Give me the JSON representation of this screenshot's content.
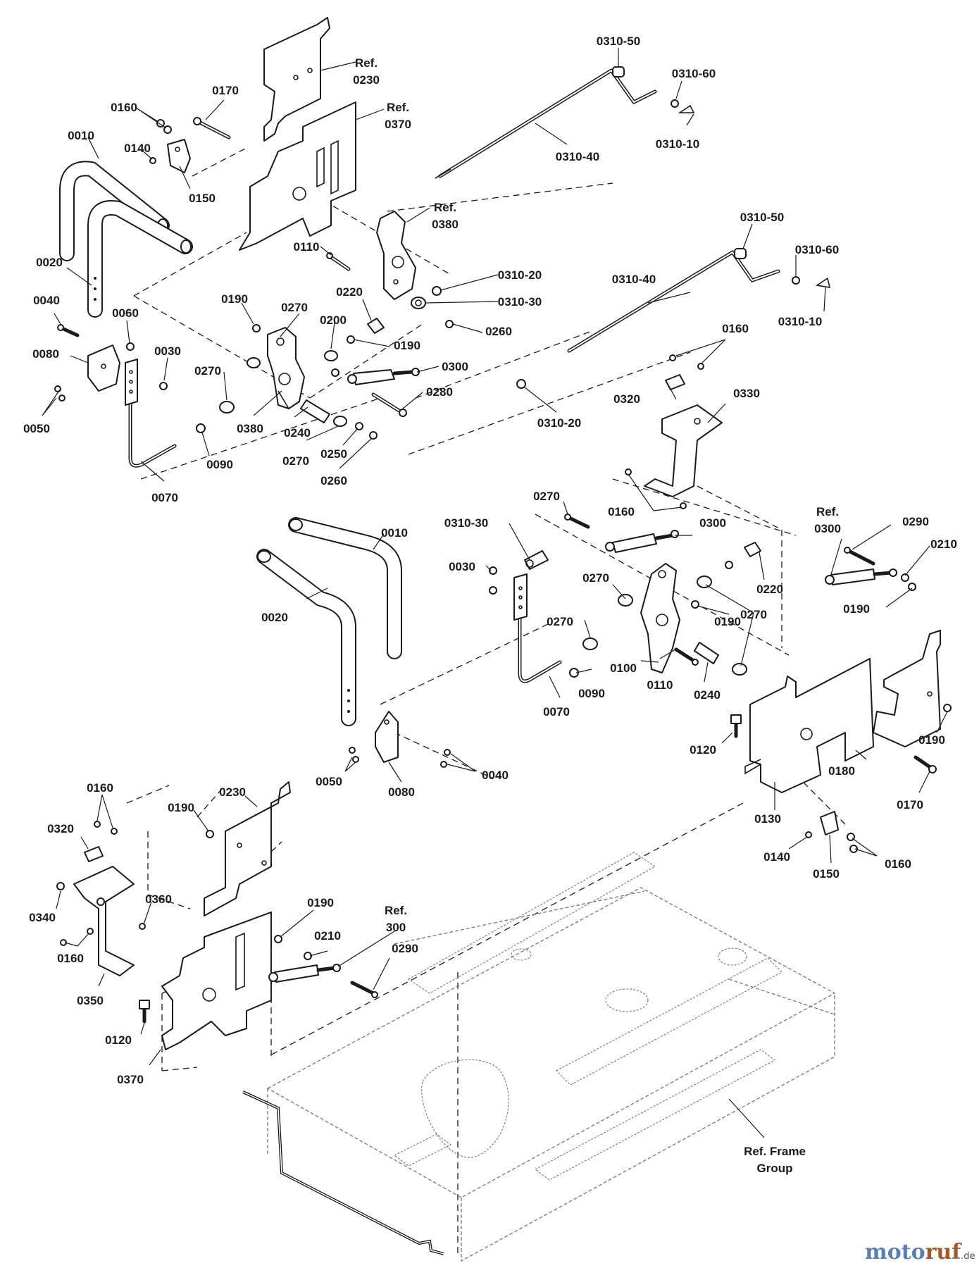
{
  "callouts": [
    {
      "id": "l-0310-50-a",
      "lines": [
        "0310-50"
      ]
    },
    {
      "id": "l-0310-60-a",
      "lines": [
        "0310-60"
      ]
    },
    {
      "id": "l-0310-10-a",
      "lines": [
        "0310-10"
      ]
    },
    {
      "id": "l-0310-40-a",
      "lines": [
        "0310-40"
      ]
    },
    {
      "id": "l-ref-0230",
      "lines": [
        "Ref.",
        "0230"
      ]
    },
    {
      "id": "l-ref-0370",
      "lines": [
        "Ref.",
        "0370"
      ]
    },
    {
      "id": "l-0170-a",
      "lines": [
        "0170"
      ]
    },
    {
      "id": "l-0160-a",
      "lines": [
        "0160"
      ]
    },
    {
      "id": "l-0140-a",
      "lines": [
        "0140"
      ]
    },
    {
      "id": "l-0150-a",
      "lines": [
        "0150"
      ]
    },
    {
      "id": "l-0010-a",
      "lines": [
        "0010"
      ]
    },
    {
      "id": "l-0020-a",
      "lines": [
        "0020"
      ]
    },
    {
      "id": "l-ref-0380",
      "lines": [
        "Ref.",
        "0380"
      ]
    },
    {
      "id": "l-0110-a",
      "lines": [
        "0110"
      ]
    },
    {
      "id": "l-0310-20-a",
      "lines": [
        "0310-20"
      ]
    },
    {
      "id": "l-0310-30-a",
      "lines": [
        "0310-30"
      ]
    },
    {
      "id": "l-0220-a",
      "lines": [
        "0220"
      ]
    },
    {
      "id": "l-0260-a",
      "lines": [
        "0260"
      ]
    },
    {
      "id": "l-0190-a",
      "lines": [
        "0190"
      ]
    },
    {
      "id": "l-0270-a",
      "lines": [
        "0270"
      ]
    },
    {
      "id": "l-0200",
      "lines": [
        "0200"
      ]
    },
    {
      "id": "l-0190-b",
      "lines": [
        "0190"
      ]
    },
    {
      "id": "l-0300-a",
      "lines": [
        "0300"
      ]
    },
    {
      "id": "l-0280",
      "lines": [
        "0280"
      ]
    },
    {
      "id": "l-0040-a",
      "lines": [
        "0040"
      ]
    },
    {
      "id": "l-0060",
      "lines": [
        "0060"
      ]
    },
    {
      "id": "l-0080-a",
      "lines": [
        "0080"
      ]
    },
    {
      "id": "l-0030-a",
      "lines": [
        "0030"
      ]
    },
    {
      "id": "l-0050-a",
      "lines": [
        "0050"
      ]
    },
    {
      "id": "l-0270-b",
      "lines": [
        "0270"
      ]
    },
    {
      "id": "l-0380",
      "lines": [
        "0380"
      ]
    },
    {
      "id": "l-0240-a",
      "lines": [
        "0240"
      ]
    },
    {
      "id": "l-0270-c",
      "lines": [
        "0270"
      ]
    },
    {
      "id": "l-0250",
      "lines": [
        "0250"
      ]
    },
    {
      "id": "l-0260-b",
      "lines": [
        "0260"
      ]
    },
    {
      "id": "l-0090-a",
      "lines": [
        "0090"
      ]
    },
    {
      "id": "l-0070-a",
      "lines": [
        "0070"
      ]
    },
    {
      "id": "l-0310-50-b",
      "lines": [
        "0310-50"
      ]
    },
    {
      "id": "l-0310-60-b",
      "lines": [
        "0310-60"
      ]
    },
    {
      "id": "l-0310-40-b",
      "lines": [
        "0310-40"
      ]
    },
    {
      "id": "l-0310-10-b",
      "lines": [
        "0310-10"
      ]
    },
    {
      "id": "l-0160-b",
      "lines": [
        "0160"
      ]
    },
    {
      "id": "l-0320-a",
      "lines": [
        "0320"
      ]
    },
    {
      "id": "l-0330",
      "lines": [
        "0330"
      ]
    },
    {
      "id": "l-0310-20-b",
      "lines": [
        "0310-20"
      ]
    },
    {
      "id": "l-0160-c",
      "lines": [
        "0160"
      ]
    },
    {
      "id": "l-0270-d",
      "lines": [
        "0270"
      ]
    },
    {
      "id": "l-0310-30-b",
      "lines": [
        "0310-30"
      ]
    },
    {
      "id": "l-0300-b",
      "lines": [
        "0300"
      ]
    },
    {
      "id": "l-ref-0300",
      "lines": [
        "Ref.",
        "0300"
      ]
    },
    {
      "id": "l-0290-a",
      "lines": [
        "0290"
      ]
    },
    {
      "id": "l-0210-a",
      "lines": [
        "0210"
      ]
    },
    {
      "id": "l-0190-c",
      "lines": [
        "0190"
      ]
    },
    {
      "id": "l-0010-b",
      "lines": [
        "0010"
      ]
    },
    {
      "id": "l-0020-b",
      "lines": [
        "0020"
      ]
    },
    {
      "id": "l-0030-b",
      "lines": [
        "0030"
      ]
    },
    {
      "id": "l-0270-e",
      "lines": [
        "0270"
      ]
    },
    {
      "id": "l-0220-b",
      "lines": [
        "0220"
      ]
    },
    {
      "id": "l-0190-d",
      "lines": [
        "0190"
      ]
    },
    {
      "id": "l-0270-f",
      "lines": [
        "0270"
      ]
    },
    {
      "id": "l-0270-g",
      "lines": [
        "0270"
      ]
    },
    {
      "id": "l-0090-b",
      "lines": [
        "0090"
      ]
    },
    {
      "id": "l-0100",
      "lines": [
        "0100"
      ]
    },
    {
      "id": "l-0110-b",
      "lines": [
        "0110"
      ]
    },
    {
      "id": "l-0240-b",
      "lines": [
        "0240"
      ]
    },
    {
      "id": "l-0070-b",
      "lines": [
        "0070"
      ]
    },
    {
      "id": "l-0190-e",
      "lines": [
        "0190"
      ]
    },
    {
      "id": "l-0120-a",
      "lines": [
        "0120"
      ]
    },
    {
      "id": "l-0180",
      "lines": [
        "0180"
      ]
    },
    {
      "id": "l-0170-b",
      "lines": [
        "0170"
      ]
    },
    {
      "id": "l-0130",
      "lines": [
        "0130"
      ]
    },
    {
      "id": "l-0050-b",
      "lines": [
        "0050"
      ]
    },
    {
      "id": "l-0040-b",
      "lines": [
        "0040"
      ]
    },
    {
      "id": "l-0080-b",
      "lines": [
        "0080"
      ]
    },
    {
      "id": "l-0140-b",
      "lines": [
        "0140"
      ]
    },
    {
      "id": "l-0150-b",
      "lines": [
        "0150"
      ]
    },
    {
      "id": "l-0160-d",
      "lines": [
        "0160"
      ]
    },
    {
      "id": "l-0160-e",
      "lines": [
        "0160"
      ]
    },
    {
      "id": "l-0190-f",
      "lines": [
        "0190"
      ]
    },
    {
      "id": "l-0230",
      "lines": [
        "0230"
      ]
    },
    {
      "id": "l-0320-b",
      "lines": [
        "0320"
      ]
    },
    {
      "id": "l-0360",
      "lines": [
        "0360"
      ]
    },
    {
      "id": "l-0340",
      "lines": [
        "0340"
      ]
    },
    {
      "id": "l-0160-f",
      "lines": [
        "0160"
      ]
    },
    {
      "id": "l-0350",
      "lines": [
        "0350"
      ]
    },
    {
      "id": "l-0190-g",
      "lines": [
        "0190"
      ]
    },
    {
      "id": "l-ref-300",
      "lines": [
        "Ref.",
        "300"
      ]
    },
    {
      "id": "l-0210-b",
      "lines": [
        "0210"
      ]
    },
    {
      "id": "l-0290-b",
      "lines": [
        "0290"
      ]
    },
    {
      "id": "l-0120-b",
      "lines": [
        "0120"
      ]
    },
    {
      "id": "l-0370",
      "lines": [
        "0370"
      ]
    },
    {
      "id": "l-ref-frame",
      "lines": [
        "Ref. Frame",
        "Group"
      ]
    }
  ],
  "watermark": {
    "part1": "moto",
    "part2": "ruf",
    "suffix": ".de"
  }
}
